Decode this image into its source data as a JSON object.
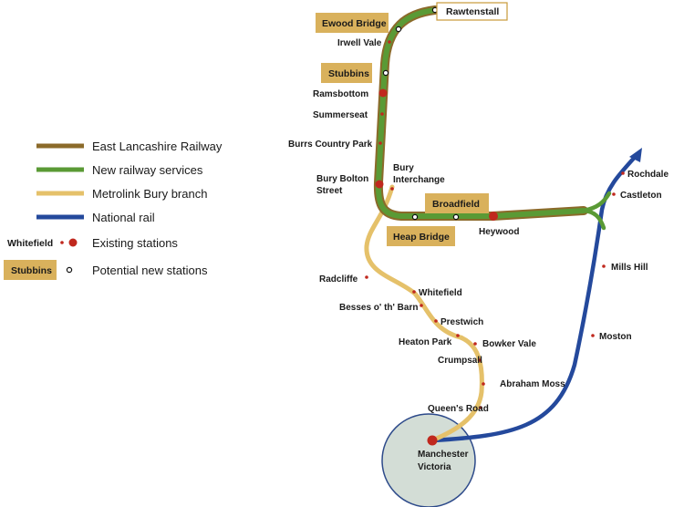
{
  "colors": {
    "east_lancashire": "#8b6a2a",
    "new_services": "#5a9a35",
    "metrolink": "#e5c16a",
    "national_rail": "#24499c",
    "existing_station": "#c0281e",
    "tag_fill": "#d9b15c",
    "hub_fill": "#d3ddd6",
    "hub_stroke": "#2d4a8a"
  },
  "legend": {
    "east_lancashire": "East Lancashire Railway",
    "new_services": "New railway services",
    "metrolink": "Metrolink Bury branch",
    "national_rail": "National rail",
    "existing_sample": "Whitefield",
    "existing": "Existing stations",
    "potential_sample": "Stubbins",
    "potential": "Potential new stations"
  },
  "tags": {
    "rawtenstall": "Rawtenstall",
    "ewood_bridge": "Ewood Bridge",
    "stubbins": "Stubbins",
    "broadfield": "Broadfield",
    "heap_bridge": "Heap Bridge"
  },
  "stations": {
    "irwell_vale": "Irwell Vale",
    "ramsbottom": "Ramsbottom",
    "summerseat": "Summerseat",
    "burrs_country_park": "Burrs Country Park",
    "bury_bolton_street_1": "Bury Bolton",
    "bury_bolton_street_2": "Street",
    "bury_interchange_1": "Bury",
    "bury_interchange_2": "Interchange",
    "heywood": "Heywood",
    "rochdale": "Rochdale",
    "castleton": "Castleton",
    "mills_hill": "Mills Hill",
    "moston": "Moston",
    "radcliffe": "Radcliffe",
    "whitefield": "Whitefield",
    "besses": "Besses o' th' Barn",
    "prestwich": "Prestwich",
    "heaton_park": "Heaton Park",
    "bowker_vale": "Bowker Vale",
    "crumpsall": "Crumpsall",
    "abraham_moss": "Abraham Moss",
    "queens_road": "Queen's Road",
    "manchester_victoria_1": "Manchester",
    "manchester_victoria_2": "Victoria"
  }
}
